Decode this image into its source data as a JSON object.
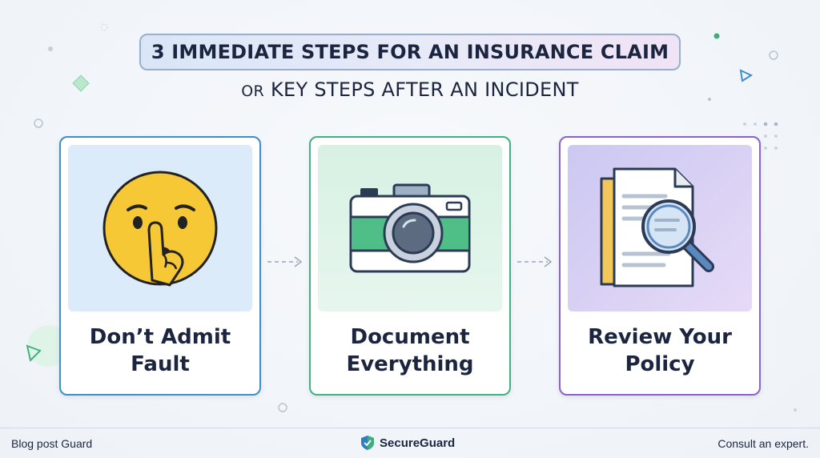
{
  "header": {
    "title": "3 IMMEDIATE STEPS FOR AN INSURANCE CLAIM",
    "subtitle_prefix": "OR",
    "subtitle": "KEY STEPS AFTER AN INCIDENT"
  },
  "steps": [
    {
      "line1": "Don’t Admit",
      "line2": "Fault",
      "icon": "shushing-face-icon",
      "border_color": "#3e8fc8"
    },
    {
      "line1": "Document",
      "line2": "Everything",
      "icon": "camera-icon",
      "border_color": "#43b27f"
    },
    {
      "line1": "Review Your",
      "line2": "Policy",
      "icon": "document-magnifier-icon",
      "border_color": "#8c62c8"
    }
  ],
  "footer": {
    "left": "Blog post Guard",
    "brand": "SecureGuard",
    "right": "Consult an expert."
  },
  "colors": {
    "accent_blue": "#3e8fc8",
    "accent_green": "#43b27f",
    "accent_purple": "#8c62c8"
  }
}
